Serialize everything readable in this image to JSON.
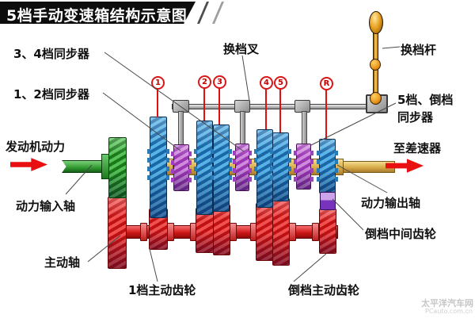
{
  "title": "5档手动变速箱结构示意图",
  "labels": {
    "sync34": "3、4档同步器",
    "sync12": "1、2档同步器",
    "shift_fork": "换档叉",
    "shift_lever": "换档杆",
    "sync5r_line1": "5档、倒档",
    "sync5r_line2": "同步器",
    "engine_power": "发动机动力",
    "to_differential": "至差速器",
    "input_shaft": "动力输入轴",
    "output_shaft": "动力输出轴",
    "drive_shaft": "主动轴",
    "gear1_drive": "1档主动齿轮",
    "reverse_idler": "倒档中间齿轮",
    "reverse_drive": "倒档主动齿轮"
  },
  "gear_markers": [
    {
      "id": "gear-1",
      "label": "1"
    },
    {
      "id": "gear-2",
      "label": "2"
    },
    {
      "id": "gear-3",
      "label": "3"
    },
    {
      "id": "gear-4",
      "label": "4"
    },
    {
      "id": "gear-5",
      "label": "5"
    },
    {
      "id": "gear-R",
      "label": "R"
    }
  ],
  "watermark": {
    "line1": "太平洋汽车网",
    "line2": "PCauto.com.cn"
  },
  "colors": {
    "banner_bg": "#0d0d0d",
    "marker_red": "#d81818",
    "arrow_red": "#e81010",
    "gear_blue": "#3a9bd5",
    "gear_green": "#3aa53a",
    "gear_red": "#e03030",
    "sync_purple": "#b05ac8",
    "output_shaft_gold": "#d8ab4a"
  }
}
